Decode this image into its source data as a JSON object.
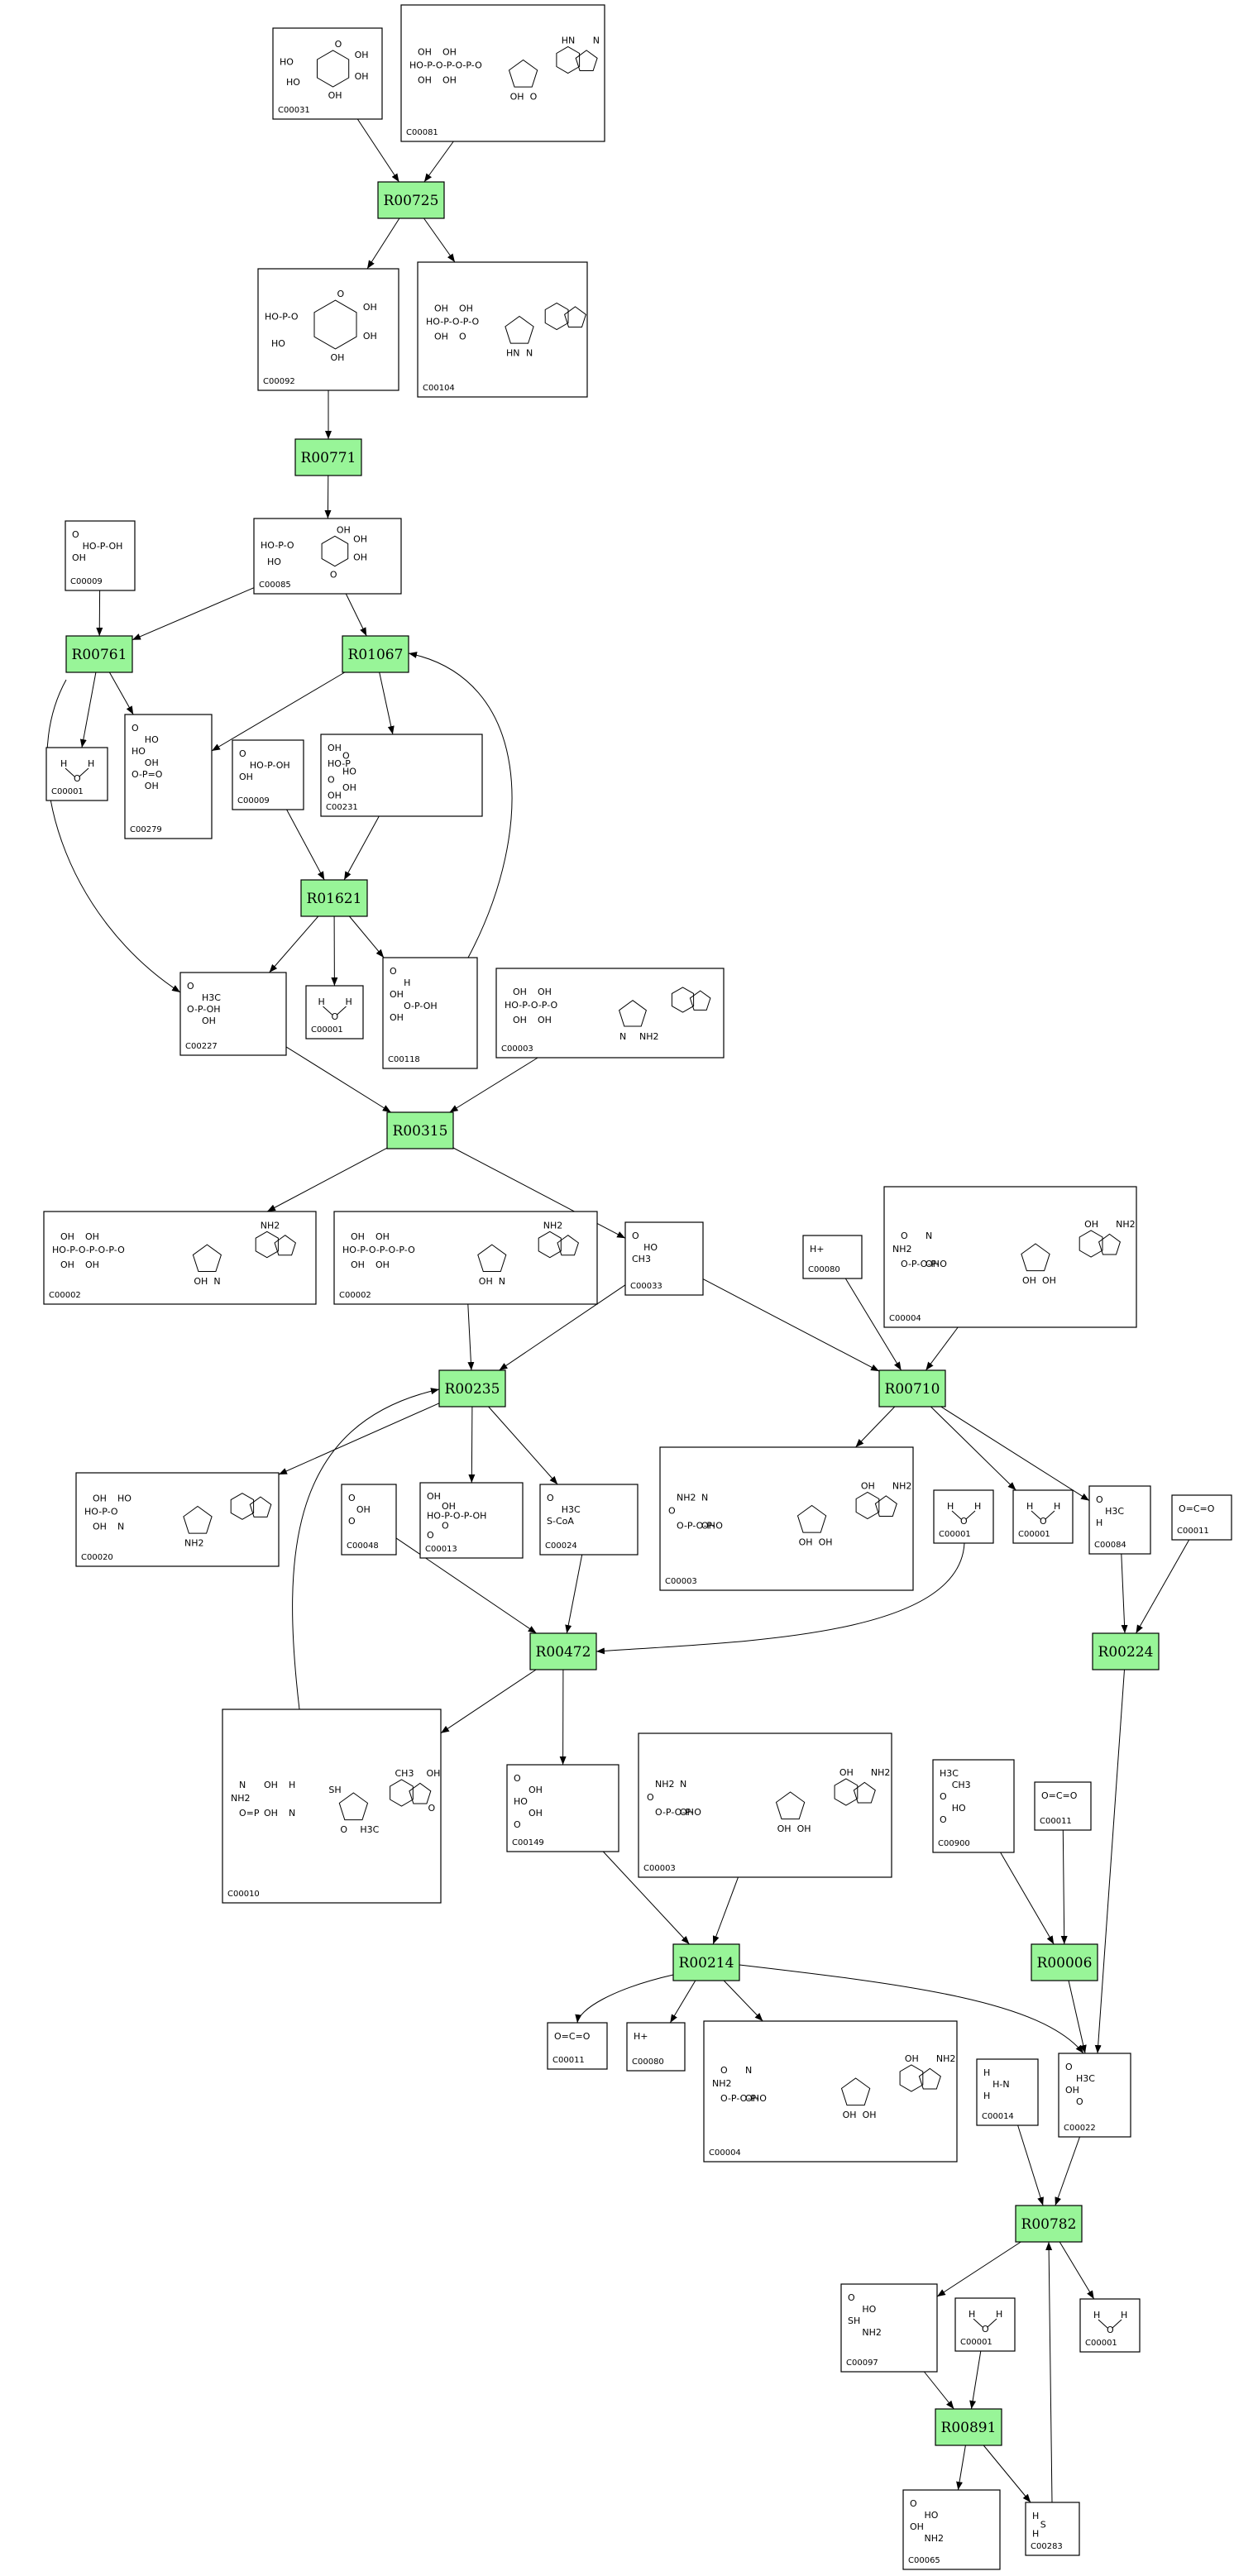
{
  "reactions": [
    {
      "id": "R00725"
    },
    {
      "id": "R00771"
    },
    {
      "id": "R00761"
    },
    {
      "id": "R01067"
    },
    {
      "id": "R01621"
    },
    {
      "id": "R00315"
    },
    {
      "id": "R00235"
    },
    {
      "id": "R00710"
    },
    {
      "id": "R00472"
    },
    {
      "id": "R00224"
    },
    {
      "id": "R00214"
    },
    {
      "id": "R00006"
    },
    {
      "id": "R00782"
    },
    {
      "id": "R00891"
    }
  ],
  "compounds": [
    {
      "key": "c00031",
      "id": "C00031",
      "type": "ring",
      "labels": [
        "HO",
        "OH",
        "HO",
        "OH",
        "OH",
        "O"
      ]
    },
    {
      "key": "c00081",
      "id": "C00081",
      "type": "nucleotide",
      "labels": [
        "HO-P-O-P-O-P-O",
        "OH",
        "OH",
        "OH",
        "OH",
        "OH",
        "O",
        "HN",
        "N"
      ]
    },
    {
      "key": "c00092",
      "id": "C00092",
      "type": "ring",
      "labels": [
        "HO-P-O",
        "OH",
        "HO",
        "OH",
        "OH",
        "O"
      ]
    },
    {
      "key": "c00104",
      "id": "C00104",
      "type": "nucleotide",
      "labels": [
        "HO-P-O-P-O",
        "OH",
        "OH",
        "OH",
        "O",
        "HN",
        "N"
      ]
    },
    {
      "key": "c00085",
      "id": "C00085",
      "type": "ring",
      "labels": [
        "HO-P-O",
        "OH",
        "HO",
        "OH",
        "O",
        "OH"
      ]
    },
    {
      "key": "c00009a",
      "id": "C00009",
      "type": "text",
      "labels": [
        "O",
        "HO-P-OH",
        "OH"
      ]
    },
    {
      "key": "c00001a",
      "id": "C00001",
      "type": "water",
      "labels": [
        "H",
        "O",
        "H"
      ]
    },
    {
      "key": "c00279",
      "id": "C00279",
      "type": "text",
      "labels": [
        "O",
        "HO",
        "HO",
        "OH",
        "O-P=O",
        "OH"
      ]
    },
    {
      "key": "c00009b",
      "id": "C00009",
      "type": "text",
      "labels": [
        "O",
        "HO-P-OH",
        "OH"
      ]
    },
    {
      "key": "c00231",
      "id": "C00231",
      "type": "text",
      "labels": [
        "OH",
        "O",
        "HO-P",
        "HO",
        "O",
        "OH",
        "OH"
      ]
    },
    {
      "key": "c00227",
      "id": "C00227",
      "type": "text",
      "labels": [
        "O",
        "H3C",
        "O-P-OH",
        "OH"
      ]
    },
    {
      "key": "c00001b",
      "id": "C00001",
      "type": "water",
      "labels": [
        "H",
        "O",
        "H"
      ]
    },
    {
      "key": "c00118",
      "id": "C00118",
      "type": "text",
      "labels": [
        "O",
        "H",
        "OH",
        "O-P-OH",
        "OH"
      ]
    },
    {
      "key": "c00003a",
      "id": "C00003",
      "type": "nucleotide",
      "labels": [
        "HO-P-O-P-O",
        "OH",
        "OH",
        "OH",
        "OH",
        "N",
        "NH2"
      ]
    },
    {
      "key": "c00002a",
      "id": "C00002",
      "type": "nucleotide",
      "labels": [
        "HO-P-O-P-O-P-O",
        "OH",
        "OH",
        "OH",
        "OH",
        "OH",
        "N",
        "NH2"
      ]
    },
    {
      "key": "c00002b",
      "id": "C00002",
      "type": "nucleotide",
      "labels": [
        "HO-P-O-P-O-P-O",
        "OH",
        "OH",
        "OH",
        "OH",
        "OH",
        "N",
        "NH2"
      ]
    },
    {
      "key": "c00033",
      "id": "C00033",
      "type": "text",
      "labels": [
        "O",
        "HO",
        "CH3"
      ]
    },
    {
      "key": "c00080a",
      "id": "C00080",
      "type": "text",
      "labels": [
        "H+"
      ]
    },
    {
      "key": "c00004a",
      "id": "C00004",
      "type": "nucleotide",
      "labels": [
        "NH2",
        "O",
        "N",
        "O-P-O-P-O",
        "OH",
        "OH",
        "OH",
        "OH",
        "NH2"
      ]
    },
    {
      "key": "c00020",
      "id": "C00020",
      "type": "nucleotide",
      "labels": [
        "HO-P-O",
        "OH",
        "HO",
        "OH",
        "N",
        "NH2"
      ]
    },
    {
      "key": "c00048",
      "id": "C00048",
      "type": "text",
      "labels": [
        "O",
        "OH",
        "O"
      ]
    },
    {
      "key": "c00013",
      "id": "C00013",
      "type": "text",
      "labels": [
        "OH",
        "OH",
        "HO-P-O-P-OH",
        "O",
        "O"
      ]
    },
    {
      "key": "c00024",
      "id": "C00024",
      "type": "text",
      "labels": [
        "O",
        "H3C",
        "S-CoA"
      ]
    },
    {
      "key": "c00003b",
      "id": "C00003",
      "type": "nucleotide",
      "labels": [
        "O",
        "NH2",
        "N",
        "O-P-O-P-O",
        "OH",
        "OH",
        "OH",
        "OH",
        "NH2"
      ]
    },
    {
      "key": "c00001c",
      "id": "C00001",
      "type": "water",
      "labels": [
        "H",
        "O",
        "H"
      ]
    },
    {
      "key": "c00001d",
      "id": "C00001",
      "type": "water",
      "labels": [
        "H",
        "O",
        "H"
      ]
    },
    {
      "key": "c00084",
      "id": "C00084",
      "type": "text",
      "labels": [
        "O",
        "H3C",
        "H"
      ]
    },
    {
      "key": "c00011a",
      "id": "C00011",
      "type": "text",
      "labels": [
        "O=C=O"
      ]
    },
    {
      "key": "c00010",
      "id": "C00010",
      "type": "nucleotide",
      "labels": [
        "NH2",
        "N",
        "OH",
        "O=P",
        "OH",
        "O",
        "H3C",
        "CH3",
        "OH",
        "O",
        "H",
        "N",
        "SH"
      ]
    },
    {
      "key": "c00149",
      "id": "C00149",
      "type": "text",
      "labels": [
        "O",
        "OH",
        "HO",
        "OH",
        "O"
      ]
    },
    {
      "key": "c00003c",
      "id": "C00003",
      "type": "nucleotide",
      "labels": [
        "O",
        "NH2",
        "N",
        "O-P-O-P-O",
        "OH",
        "OH",
        "OH",
        "OH",
        "NH2"
      ]
    },
    {
      "key": "c00900",
      "id": "C00900",
      "type": "text",
      "labels": [
        "H3C",
        "CH3",
        "O",
        "HO",
        "O"
      ]
    },
    {
      "key": "c00011b",
      "id": "C00011",
      "type": "text",
      "labels": [
        "O=C=O"
      ]
    },
    {
      "key": "c00011c",
      "id": "C00011",
      "type": "text",
      "labels": [
        "O=C=O"
      ]
    },
    {
      "key": "c00080b",
      "id": "C00080",
      "type": "text",
      "labels": [
        "H+"
      ]
    },
    {
      "key": "c00004b",
      "id": "C00004",
      "type": "nucleotide",
      "labels": [
        "NH2",
        "O",
        "N",
        "O-P-O-P-O",
        "OH",
        "OH",
        "OH",
        "OH",
        "NH2"
      ]
    },
    {
      "key": "c00014",
      "id": "C00014",
      "type": "text",
      "labels": [
        "H",
        "H-N",
        "H"
      ]
    },
    {
      "key": "c00022",
      "id": "C00022",
      "type": "text",
      "labels": [
        "O",
        "H3C",
        "OH",
        "O"
      ]
    },
    {
      "key": "c00097",
      "id": "C00097",
      "type": "text",
      "labels": [
        "O",
        "HO",
        "SH",
        "NH2"
      ]
    },
    {
      "key": "c00001e",
      "id": "C00001",
      "type": "water",
      "labels": [
        "H",
        "O",
        "H"
      ]
    },
    {
      "key": "c00001f",
      "id": "C00001",
      "type": "water",
      "labels": [
        "H",
        "O",
        "H"
      ]
    },
    {
      "key": "c00065",
      "id": "C00065",
      "type": "text",
      "labels": [
        "O",
        "HO",
        "OH",
        "NH2"
      ]
    },
    {
      "key": "c00283",
      "id": "C00283",
      "type": "text",
      "labels": [
        "H",
        "S",
        "H"
      ]
    }
  ],
  "edges": [
    [
      "c00031",
      "R00725"
    ],
    [
      "c00081",
      "R00725"
    ],
    [
      "R00725",
      "c00092"
    ],
    [
      "R00725",
      "c00104"
    ],
    [
      "c00092",
      "R00771"
    ],
    [
      "R00771",
      "c00085"
    ],
    [
      "c00085",
      "R00761"
    ],
    [
      "c00009a",
      "R00761"
    ],
    [
      "c00085",
      "R01067"
    ],
    [
      "R00761",
      "c00001a"
    ],
    [
      "R00761",
      "c00279"
    ],
    [
      "R00761",
      "c00227"
    ],
    [
      "R01067",
      "c00279"
    ],
    [
      "R01067",
      "c00231"
    ],
    [
      "c00009b",
      "R01621"
    ],
    [
      "c00231",
      "R01621"
    ],
    [
      "R01621",
      "c00227"
    ],
    [
      "R01621",
      "c00001b"
    ],
    [
      "R01621",
      "c00118"
    ],
    [
      "c00118",
      "R01067"
    ],
    [
      "c00227",
      "R00315"
    ],
    [
      "c00003a",
      "R00315"
    ],
    [
      "R00315",
      "c00002a"
    ],
    [
      "R00315",
      "c00033"
    ],
    [
      "c00002b",
      "R00235"
    ],
    [
      "c00033",
      "R00235"
    ],
    [
      "c00033",
      "R00710"
    ],
    [
      "c00080a",
      "R00710"
    ],
    [
      "c00004a",
      "R00710"
    ],
    [
      "R00235",
      "c00020"
    ],
    [
      "R00235",
      "c00013"
    ],
    [
      "R00235",
      "c00024"
    ],
    [
      "c00010",
      "R00235"
    ],
    [
      "R00710",
      "c00003b"
    ],
    [
      "R00710",
      "c00001d"
    ],
    [
      "R00710",
      "c00084"
    ],
    [
      "c00048",
      "R00472"
    ],
    [
      "c00024",
      "R00472"
    ],
    [
      "c00001c",
      "R00472"
    ],
    [
      "R00472",
      "c00010"
    ],
    [
      "R00472",
      "c00149"
    ],
    [
      "c00084",
      "R00224"
    ],
    [
      "c00011a",
      "R00224"
    ],
    [
      "R00224",
      "c00022"
    ],
    [
      "c00149",
      "R00214"
    ],
    [
      "c00003c",
      "R00214"
    ],
    [
      "R00214",
      "c00011c"
    ],
    [
      "R00214",
      "c00080b"
    ],
    [
      "R00214",
      "c00004b"
    ],
    [
      "R00214",
      "c00022"
    ],
    [
      "c00900",
      "R00006"
    ],
    [
      "c00011b",
      "R00006"
    ],
    [
      "R00006",
      "c00022"
    ],
    [
      "c00014",
      "R00782"
    ],
    [
      "c00022",
      "R00782"
    ],
    [
      "R00782",
      "c00097"
    ],
    [
      "R00782",
      "c00001f"
    ],
    [
      "c00097",
      "R00891"
    ],
    [
      "c00001e",
      "R00891"
    ],
    [
      "R00891",
      "c00065"
    ],
    [
      "R00891",
      "c00283"
    ],
    [
      "c00283",
      "R00782"
    ]
  ]
}
